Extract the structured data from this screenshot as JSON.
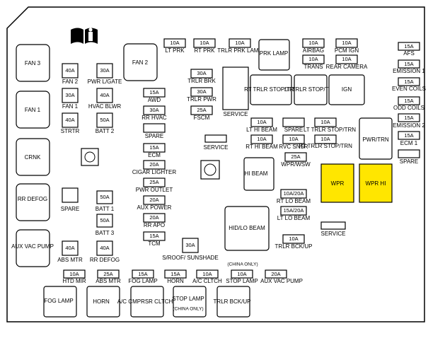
{
  "relays": {
    "fan3": "FAN 3",
    "fan1": "FAN 1",
    "crnk": "CRNK",
    "rr_defog": "RR DEFOG",
    "aux_vac_pump": "AUX VAC PUMP",
    "fan2": "FAN 2",
    "prk_lamp": "PRK LAMP",
    "rt_trlr_stop": "RT TRLR STOP/TRN",
    "lt_trlr_stop": "LT TRLR STOP/TRN",
    "ign": "IGN",
    "pwr_trn": "PWR/TRN",
    "hi_beam": "HI BEAM",
    "wpr": "WPR",
    "wpr_hi": "WPR HI",
    "hid_lo_beam": "HID/LO BEAM",
    "fog_lamp": "FOG LAMP",
    "horn": "HORN",
    "ac_cmprsr": "A/C CMPRSR CLTCH",
    "stop_lamp": "STOP LAMP",
    "stop_lamp_note": "(CHINA ONLY)",
    "trlr_bck": "TRLR BCK/UP"
  },
  "fuses": {
    "fan2_v": "40A",
    "fan2_l": "FAN 2",
    "pwr_lgate_v": "30A",
    "pwr_lgate_l": "PWR L/GATE",
    "fan1_v": "30A",
    "fan1_l": "FAN 1",
    "hvac_v": "40A",
    "hvac_l": "HVAC BLWR",
    "strtr_v": "40A",
    "strtr_l": "STRTR",
    "batt2_v": "50A",
    "batt2_l": "BATT 2",
    "spare_left_l": "SPARE",
    "batt1_v": "50A",
    "batt1_l": "BATT 1",
    "batt3_v": "50A",
    "batt3_l": "BATT 3",
    "abs_mtr_v": "40A",
    "abs_mtr_l": "ABS MTR",
    "rr_defog_v": "40A",
    "rr_defog_l": "RR DEFOG",
    "lt_prk_v": "10A",
    "lt_prk_l": "LT PRK",
    "rt_prk_v": "10A",
    "rt_prk_l": "RT PRK",
    "trlr_prk_v": "10A",
    "trlr_prk_l": "TRLR PRK LAMP",
    "trlr_brk_v": "30A",
    "trlr_brk_l": "TRLR BRK",
    "trlr_pwr_v": "30A",
    "trlr_pwr_l": "TRLR PWR",
    "fscm_v": "25A",
    "fscm_l": "FSCM",
    "service_center": "SERVICE",
    "awd_v": "15A",
    "awd_l": "AWD",
    "rr_hvac_v": "30A",
    "rr_hvac_l": "RR HVAC",
    "spare_mid_l": "SPARE",
    "ecm_v": "15A",
    "ecm_l": "ECM",
    "cigar_v": "20A",
    "cigar_l": "CIGAR LIGHTER",
    "pwr_outlet_v": "25A",
    "pwr_outlet_l": "PWR OUTLET",
    "aux_power_v": "20A",
    "aux_power_l": "AUX POWER",
    "rr_apo_v": "20A",
    "rr_apo_l": "RR APO",
    "tcm_v": "15A",
    "tcm_l": "TCM",
    "sroof_v": "30A",
    "sroof_l": "S/ROOF/ SUNSHADE",
    "service_mid": "SERVICE",
    "airbag_v": "10A",
    "airbag_l": "AIRBAG",
    "pcm_ign_v": "10A",
    "pcm_ign_l": "PCM IGN",
    "trans_v": "10A",
    "trans_l": "TRANS",
    "rear_cam_v": "10A",
    "rear_cam_l": "REAR CAMERA",
    "lt_hi_v": "10A",
    "lt_hi_l": "LT HI BEAM",
    "spare_right_l": "SPARE",
    "lt_trlr_v": "10A",
    "lt_trlr_l": "LT TRLR STOP/TRN",
    "rt_hi_v": "10A",
    "rt_hi_l": "RT HI BEAM",
    "rvc_v": "10A",
    "rvc_l": "RVC SNSR",
    "rt_trlr_v": "10A",
    "rt_trlr_l": "RT TRLR STOP/TRN",
    "wpr_wsw_v": "25A",
    "wpr_wsw_l": "WPR/WSW",
    "rt_lo_v": "10A/20A",
    "rt_lo_l": "RT LO BEAM",
    "lt_lo_v": "15A/20A",
    "lt_lo_l": "LT LO BEAM",
    "trlr_bck_v": "10A",
    "trlr_bck_l": "TRLR BCK/UP",
    "service_right": "SERVICE",
    "afs_v": "15A",
    "afs_l": "AFS",
    "em1_v": "15A",
    "em1_l": "EMISSION 1",
    "even_v": "15A",
    "even_l": "EVEN COILS",
    "odd_v": "15A",
    "odd_l": "ODD COILS",
    "em2_v": "15A",
    "em2_l": "EMISSION 2",
    "ecm1_v": "15A",
    "ecm1_l": "ECM 1",
    "spare_far_l": "SPARE",
    "htd_mir_v": "10A",
    "htd_mir_l": "HTD MIR",
    "abs_mtr2_v": "25A",
    "abs_mtr2_l": "ABS MTR",
    "fog_v": "15A",
    "fog_l": "FOG LAMP",
    "horn_v": "15A",
    "horn_l": "HORN",
    "ac_clch_v": "10A",
    "ac_clch_l": "A/C CLTCH",
    "stop_v": "10A",
    "stop_l": "STOP LAMP",
    "stop_note": "(CHINA ONLY)",
    "aux_vac_v": "20A",
    "aux_vac_l": "AUX VAC PUMP"
  },
  "colors": {
    "highlight": "#ffe600"
  }
}
